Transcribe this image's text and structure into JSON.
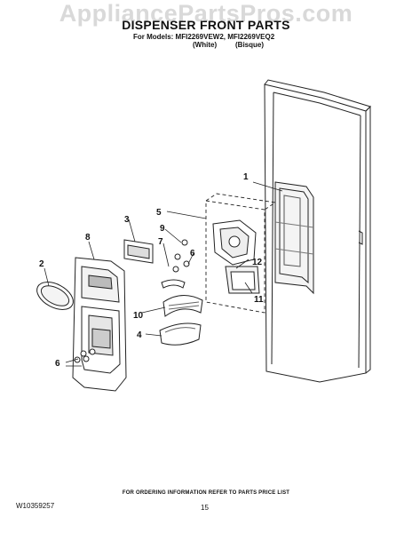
{
  "watermark": "AppliancePartsPros.com",
  "title": "DISPENSER FRONT PARTS",
  "subtitle": "For Models: MFI2269VEW2, MFI2269VEQ2",
  "variants": {
    "white": "(White)",
    "bisque": "(Bisque)"
  },
  "callouts": [
    "1",
    "2",
    "3",
    "4",
    "5",
    "6",
    "7",
    "8",
    "9",
    "10",
    "11",
    "12",
    "6",
    "6"
  ],
  "footer": {
    "note": "FOR ORDERING INFORMATION REFER TO PARTS PRICE LIST",
    "doc_number": "W10359257",
    "page_number": "15"
  }
}
